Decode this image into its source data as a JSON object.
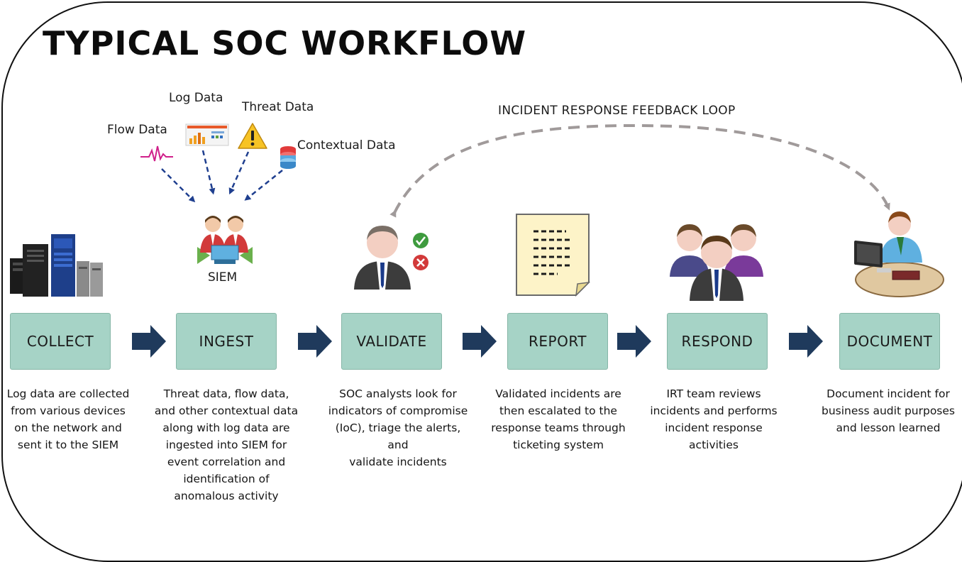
{
  "title": "TYPICAL SOC WORKFLOW",
  "loop_label": "INCIDENT RESPONSE FEEDBACK LOOP",
  "sources": {
    "flow": "Flow Data",
    "log": "Log Data",
    "threat": "Threat Data",
    "contextual": "Contextual Data"
  },
  "siem_label": "SIEM",
  "steps": [
    {
      "label": "COLLECT",
      "desc": "Log data are collected\nfrom various devices\non the network and\nsent it to the SIEM"
    },
    {
      "label": "INGEST",
      "desc": "Threat data, flow data,\nand other contextual data\nalong with log data are\ningested into SIEM for\nevent correlation and\nidentification of\nanomalous activity"
    },
    {
      "label": "VALIDATE",
      "desc": "SOC analysts look  for\nindicators of compromise\n(IoC), triage the alerts, and\nvalidate incidents"
    },
    {
      "label": "REPORT",
      "desc": "Validated incidents are\nthen escalated to the\nresponse teams through\nticketing system"
    },
    {
      "label": "RESPOND",
      "desc": "IRT team reviews\nincidents and performs\nincident response\nactivities"
    },
    {
      "label": "DOCUMENT",
      "desc": "Document incident for\nbusiness audit purposes\nand lesson learned"
    }
  ],
  "colors": {
    "step_fill": "#a6d3c6",
    "arrow": "#1f3a5c",
    "dashed_source": "#1f3f8f",
    "loop": "#a09a9a"
  },
  "icons": [
    "servers-icon",
    "siem-analysts-icon",
    "analyst-icon",
    "check-icon",
    "cross-icon",
    "report-document-icon",
    "team-icon",
    "documenter-desk-icon",
    "flow-wave-icon",
    "log-chart-icon",
    "warning-icon",
    "database-icon"
  ]
}
